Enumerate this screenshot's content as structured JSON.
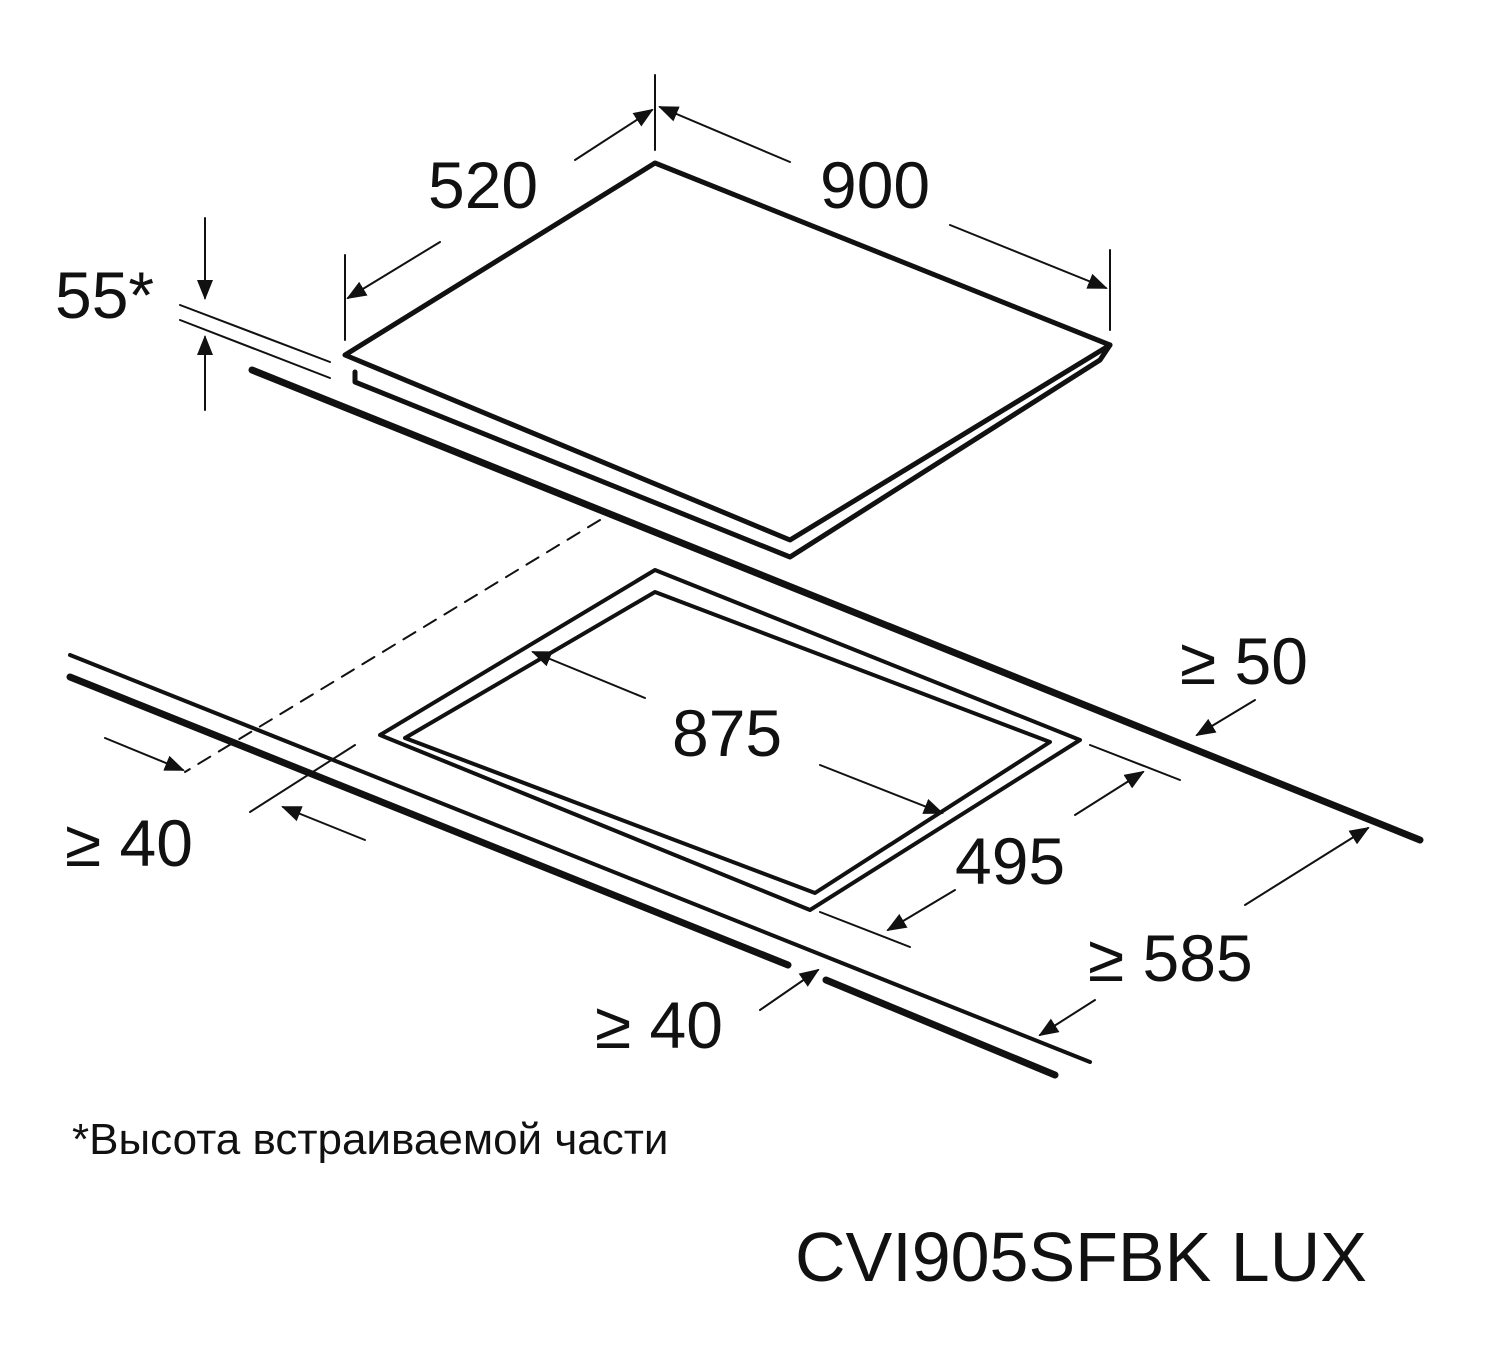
{
  "dimensions": {
    "hob_depth": "520",
    "hob_width": "900",
    "built_in_height": "55*",
    "cutout_width": "875",
    "cutout_depth": "495",
    "min_rear_distance": "≥ 50",
    "min_side_distance": "≥ 40",
    "min_front_distance": "≥ 40",
    "min_worktop_depth": "≥ 585"
  },
  "footnote": "*Высота встраиваемой части",
  "model": "CVI905SFBK LUX",
  "colors": {
    "line": "#111111",
    "background": "#ffffff"
  }
}
